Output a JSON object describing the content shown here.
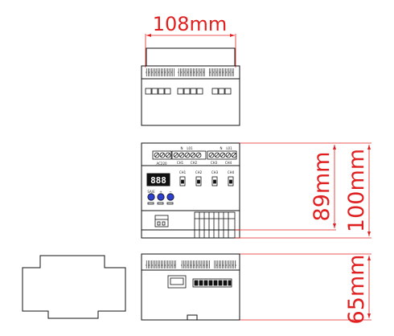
{
  "dimensions": {
    "width": "108mm",
    "height_full": "100mm",
    "height_body": "89mm",
    "depth": "65mm"
  },
  "front_panel": {
    "power_label": "AC220",
    "channel_labels": [
      "CH1",
      "CH2",
      "CH3",
      "CH4"
    ],
    "terminal_groups": [
      "CH1",
      "CH2",
      "CH3",
      "CH4"
    ],
    "terminal_pins": [
      "N",
      "L01"
    ],
    "display_value": "888",
    "button_labels": [
      "SA/E",
      "+",
      "−"
    ]
  },
  "colors": {
    "dimension": "#e02020",
    "outline": "#111111",
    "button": "#2f3fd0",
    "display": "#111111"
  }
}
